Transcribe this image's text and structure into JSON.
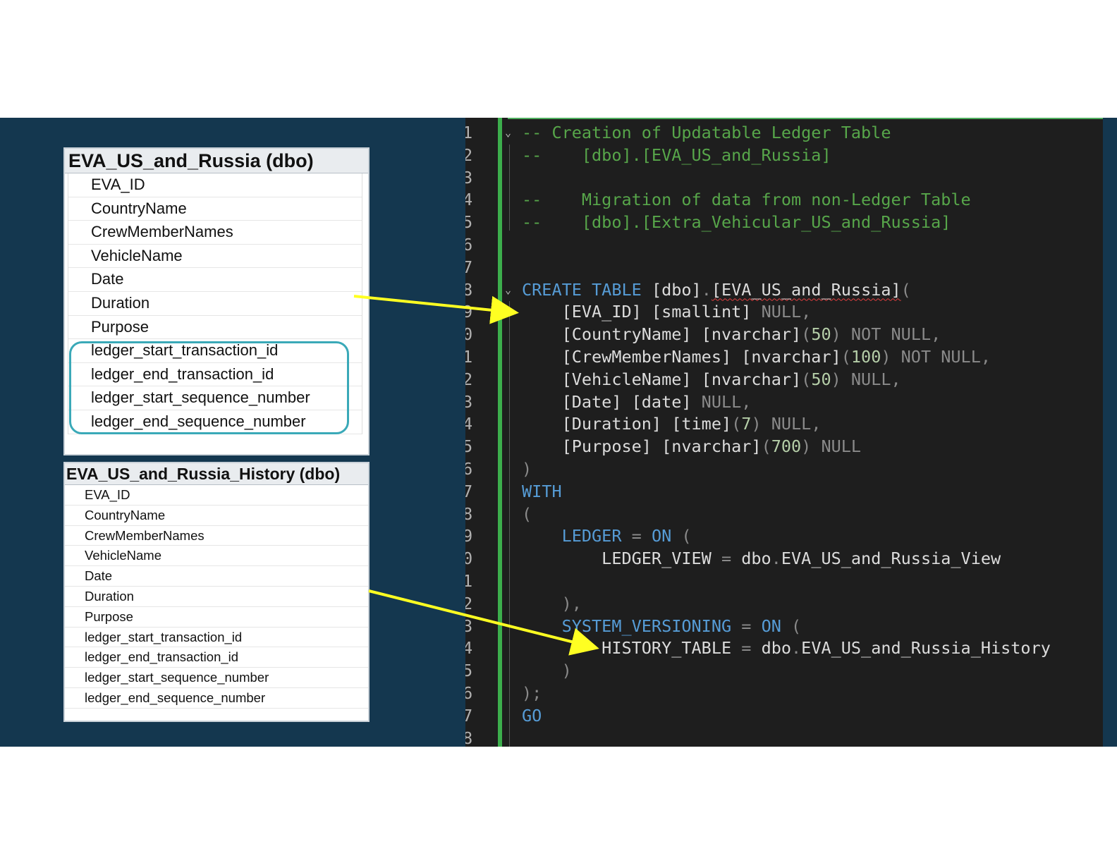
{
  "colors": {
    "band_bg": "#14374f",
    "editor_bg": "#1e1e1e",
    "comment": "#57a64a",
    "keyword": "#569cd6",
    "number": "#b5cea8",
    "punct": "#8a8a8a",
    "arrow": "#ffff22",
    "highlight": "#3aa9b8",
    "change_bar": "#3cae4c"
  },
  "ledger_table": {
    "title": "EVA_US_and_Russia (dbo)",
    "columns": [
      "EVA_ID",
      "CountryName",
      "CrewMemberNames",
      "VehicleName",
      "Date",
      "Duration",
      "Purpose",
      "ledger_start_transaction_id",
      "ledger_end_transaction_id",
      "ledger_start_sequence_number",
      "ledger_end_sequence_number"
    ]
  },
  "history_table": {
    "title": "EVA_US_and_Russia_History (dbo)",
    "columns": [
      "EVA_ID",
      "CountryName",
      "CrewMemberNames",
      "VehicleName",
      "Date",
      "Duration",
      "Purpose",
      "ledger_start_transaction_id",
      "ledger_end_transaction_id",
      "ledger_start_sequence_number",
      "ledger_end_sequence_number"
    ]
  },
  "editor": {
    "line_numbers": [
      "1",
      "2",
      "3",
      "4",
      "5",
      "6",
      "7",
      "8",
      "9",
      "0",
      "1",
      "2",
      "3",
      "4",
      "5",
      "6",
      "7",
      "8",
      "9",
      "0",
      "1",
      "2",
      "3",
      "4",
      "5",
      "6",
      "7",
      "8"
    ],
    "lines": [
      [
        {
          "t": "-- Creation of Updatable Ledger Table",
          "s": "c"
        }
      ],
      [
        {
          "t": "--    [dbo].[EVA_US_and_Russia]",
          "s": "c"
        }
      ],
      [],
      [
        {
          "t": "--    Migration of data from non-Ledger Table",
          "s": "c"
        }
      ],
      [
        {
          "t": "--    [dbo].[Extra_Vehicular_US_and_Russia]",
          "s": "c"
        }
      ],
      [],
      [],
      [
        {
          "t": "CREATE TABLE ",
          "s": "k"
        },
        {
          "t": "[dbo]",
          "s": "i"
        },
        {
          "t": ".",
          "s": "g"
        },
        {
          "t": "[EVA_US_and_Russia]",
          "s": "i squig"
        },
        {
          "t": "(",
          "s": "g"
        }
      ],
      [
        {
          "t": "    [EVA_ID] [smallint] ",
          "s": "i"
        },
        {
          "t": "NULL,",
          "s": "g"
        }
      ],
      [
        {
          "t": "    [CountryName] [nvarchar]",
          "s": "i"
        },
        {
          "t": "(",
          "s": "g"
        },
        {
          "t": "50",
          "s": "n"
        },
        {
          "t": ") NOT NULL,",
          "s": "g"
        }
      ],
      [
        {
          "t": "    [CrewMemberNames] [nvarchar]",
          "s": "i"
        },
        {
          "t": "(",
          "s": "g"
        },
        {
          "t": "100",
          "s": "n"
        },
        {
          "t": ") NOT NULL,",
          "s": "g"
        }
      ],
      [
        {
          "t": "    [VehicleName] [nvarchar]",
          "s": "i"
        },
        {
          "t": "(",
          "s": "g"
        },
        {
          "t": "50",
          "s": "n"
        },
        {
          "t": ") NULL,",
          "s": "g"
        }
      ],
      [
        {
          "t": "    [Date] [date] ",
          "s": "i"
        },
        {
          "t": "NULL,",
          "s": "g"
        }
      ],
      [
        {
          "t": "    [Duration] [time]",
          "s": "i"
        },
        {
          "t": "(",
          "s": "g"
        },
        {
          "t": "7",
          "s": "n"
        },
        {
          "t": ") NULL,",
          "s": "g"
        }
      ],
      [
        {
          "t": "    [Purpose] [nvarchar]",
          "s": "i"
        },
        {
          "t": "(",
          "s": "g"
        },
        {
          "t": "700",
          "s": "n"
        },
        {
          "t": ") NULL",
          "s": "g"
        }
      ],
      [
        {
          "t": ")",
          "s": "g"
        }
      ],
      [
        {
          "t": "WITH",
          "s": "k"
        }
      ],
      [
        {
          "t": "(",
          "s": "g"
        }
      ],
      [
        {
          "t": "    LEDGER ",
          "s": "k"
        },
        {
          "t": "= ",
          "s": "g"
        },
        {
          "t": "ON ",
          "s": "k"
        },
        {
          "t": "(",
          "s": "g"
        }
      ],
      [
        {
          "t": "        LEDGER_VIEW ",
          "s": "i"
        },
        {
          "t": "= ",
          "s": "g"
        },
        {
          "t": "dbo",
          "s": "i"
        },
        {
          "t": ".",
          "s": "g"
        },
        {
          "t": "EVA_US_and_Russia_View",
          "s": "i"
        }
      ],
      [],
      [
        {
          "t": "    ),",
          "s": "g"
        }
      ],
      [
        {
          "t": "    SYSTEM_VERSIONING ",
          "s": "k"
        },
        {
          "t": "= ",
          "s": "g"
        },
        {
          "t": "ON ",
          "s": "k"
        },
        {
          "t": "(",
          "s": "g"
        }
      ],
      [
        {
          "t": "        HISTORY_TABLE ",
          "s": "i"
        },
        {
          "t": "= ",
          "s": "g"
        },
        {
          "t": "dbo",
          "s": "i"
        },
        {
          "t": ".",
          "s": "g"
        },
        {
          "t": "EVA_US_and_Russia_History",
          "s": "i"
        }
      ],
      [
        {
          "t": "    )",
          "s": "g"
        }
      ],
      [
        {
          "t": ");",
          "s": "g"
        }
      ],
      [
        {
          "t": "GO",
          "s": "k"
        }
      ],
      []
    ]
  }
}
